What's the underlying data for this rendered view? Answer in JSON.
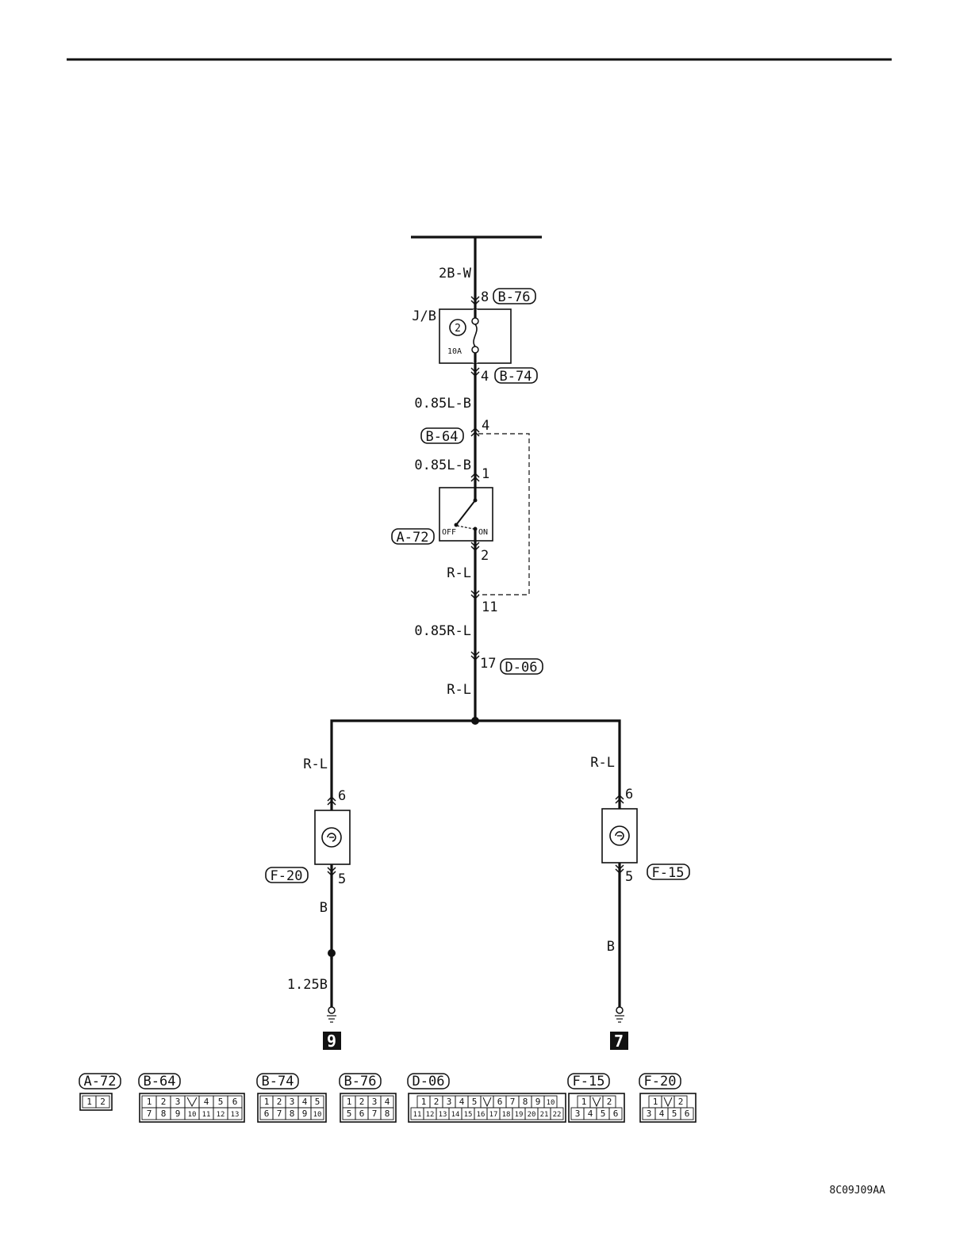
{
  "power_source": {
    "wire": "2B-W",
    "pin": "8",
    "connector": "B-76"
  },
  "junction_block": {
    "label": "J/B",
    "fuse_number": "2",
    "fuse_rating": "10A",
    "out_pin": "4",
    "out_connector": "B-74"
  },
  "wires": {
    "w1": "0.85L-B",
    "w2": "0.85L-B",
    "w3": "R-L",
    "w4": "0.85R-L",
    "w5": "R-L",
    "left_branch": "R-L",
    "right_branch": "R-L",
    "left_ground_1": "B",
    "left_ground_2": "1.25B",
    "right_ground": "B"
  },
  "pins": {
    "b64_pin": "4",
    "switch_in": "1",
    "switch_out": "2",
    "joint_pin": "11",
    "d06_pin": "17",
    "f20_in": "6",
    "f20_out": "5",
    "f15_in": "6",
    "f15_out": "5"
  },
  "connectors": {
    "b64": "B-64",
    "a72": "A-72",
    "d06": "D-06",
    "f20": "F-20",
    "f15": "F-15"
  },
  "switch": {
    "off": "OFF",
    "on": "ON"
  },
  "grounds": {
    "left": "9",
    "right": "7"
  },
  "connector_legend": [
    {
      "name": "A-72",
      "rows": [
        [
          "1",
          "2"
        ]
      ]
    },
    {
      "name": "B-64",
      "rows": [
        [
          "1",
          "2",
          "3",
          "",
          "4",
          "5",
          "6"
        ],
        [
          "7",
          "8",
          "9",
          "10",
          "11",
          "12",
          "13"
        ]
      ]
    },
    {
      "name": "B-74",
      "rows": [
        [
          "1",
          "2",
          "3",
          "4",
          "5"
        ],
        [
          "6",
          "7",
          "8",
          "9",
          "10"
        ]
      ]
    },
    {
      "name": "B-76",
      "rows": [
        [
          "1",
          "2",
          "3",
          "4"
        ],
        [
          "5",
          "6",
          "7",
          "8"
        ]
      ]
    },
    {
      "name": "D-06",
      "rows": [
        [
          "1",
          "2",
          "3",
          "4",
          "5",
          "",
          "6",
          "7",
          "8",
          "9",
          "10"
        ],
        [
          "11",
          "12",
          "13",
          "14",
          "15",
          "16",
          "17",
          "18",
          "19",
          "20",
          "21",
          "22"
        ]
      ]
    },
    {
      "name": "F-15",
      "rows": [
        [
          "1",
          "",
          "2"
        ],
        [
          "3",
          "4",
          "5",
          "6"
        ]
      ]
    },
    {
      "name": "F-20",
      "rows": [
        [
          "1",
          "",
          "2"
        ],
        [
          "3",
          "4",
          "5",
          "6"
        ]
      ]
    }
  ],
  "figure_code": "8C09J09AA"
}
